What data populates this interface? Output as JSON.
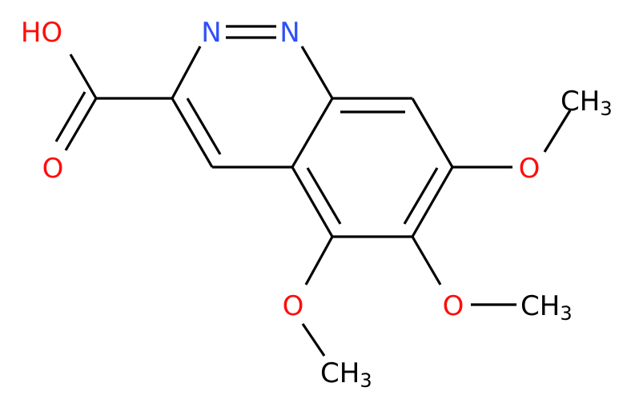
{
  "molecule": {
    "atoms": {
      "n1": "N",
      "n2": "N",
      "hydroxyl": "HO",
      "carbonyl_o": "O",
      "o7": "O",
      "me7": "CH",
      "me7_sub": "3",
      "o6": "O",
      "me6": "CH",
      "me6_sub": "3",
      "o5": "O",
      "me5": "CH",
      "me5_sub": "3"
    },
    "colors": {
      "nitrogen": "#3050F8",
      "oxygen": "#FF0D0D",
      "carbon": "#000000"
    }
  }
}
